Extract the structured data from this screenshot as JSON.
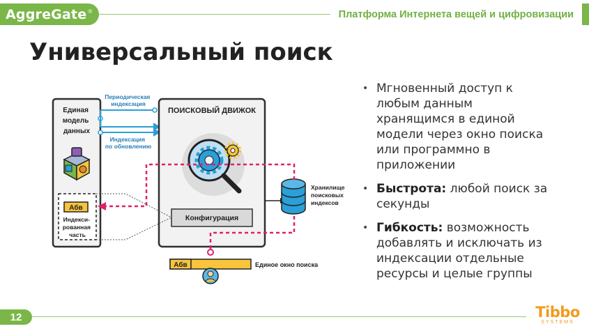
{
  "header": {
    "logo": "AggreGate",
    "logo_mark": "®",
    "tagline": "Платформа Интернета вещей и цифровизации"
  },
  "title": "Универсальный поиск",
  "diagram": {
    "model_label": [
      "Единая",
      "модель",
      "данных"
    ],
    "periodic_label": [
      "Периодическая",
      "индексация"
    ],
    "update_label": [
      "Индексация",
      "по обновлению"
    ],
    "engine_label": "ПОИСКОВЫЙ ДВИЖОК",
    "config_label": "Конфигурация",
    "storage_label": [
      "Хранилище",
      "поисковых",
      "индексов"
    ],
    "indexed_tag": "Абв",
    "indexed_label": [
      "Индекси-",
      "рованная",
      "часть"
    ],
    "search_tag": "Абв",
    "search_label": "Единое окно поиска"
  },
  "bullets": [
    {
      "bold": "",
      "text": "Мгновенный доступ к любым данным хранящимся в единой модели через окно поиска или программно в приложении"
    },
    {
      "bold": "Быстрота:",
      "text": " любой поиск за секунды"
    },
    {
      "bold": "Гибкость:",
      "text": " возможность добавлять и исключать из индексации отдельные ресурсы и целые группы"
    }
  ],
  "footer": {
    "page_number": "12",
    "brand": "Tibbo",
    "brand_sub": "SYSTEMS"
  },
  "colors": {
    "green": "#7ab648",
    "blue": "#2a9fd8",
    "pink": "#e0206a",
    "yellow": "#f7c43b",
    "orange": "#f39a1e"
  }
}
